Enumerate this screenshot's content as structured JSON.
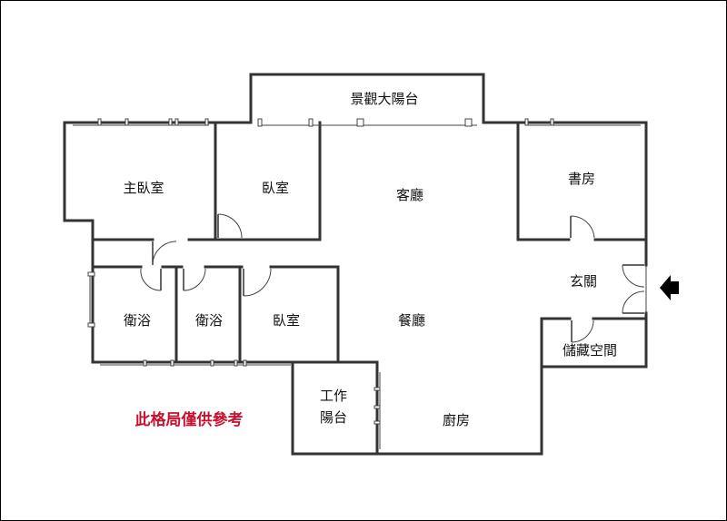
{
  "rooms": {
    "balcony": "景觀大陽台",
    "master_bedroom": "主臥室",
    "bedroom_1": "臥室",
    "living_room": "客廳",
    "study": "書房",
    "entrance": "玄關",
    "bath_1": "衛浴",
    "bath_2": "衛浴",
    "bedroom_2": "臥室",
    "dining_room": "餐廳",
    "storage": "儲藏空間",
    "utility_balcony_line1": "工作",
    "utility_balcony_line2": "陽台",
    "kitchen": "廚房"
  },
  "note": "此格局僅供參考",
  "colors": {
    "wall": "#333333",
    "note": "#c8102e",
    "arrow": "#000000"
  },
  "icons": {
    "entry_arrow": "arrow-left-icon"
  }
}
